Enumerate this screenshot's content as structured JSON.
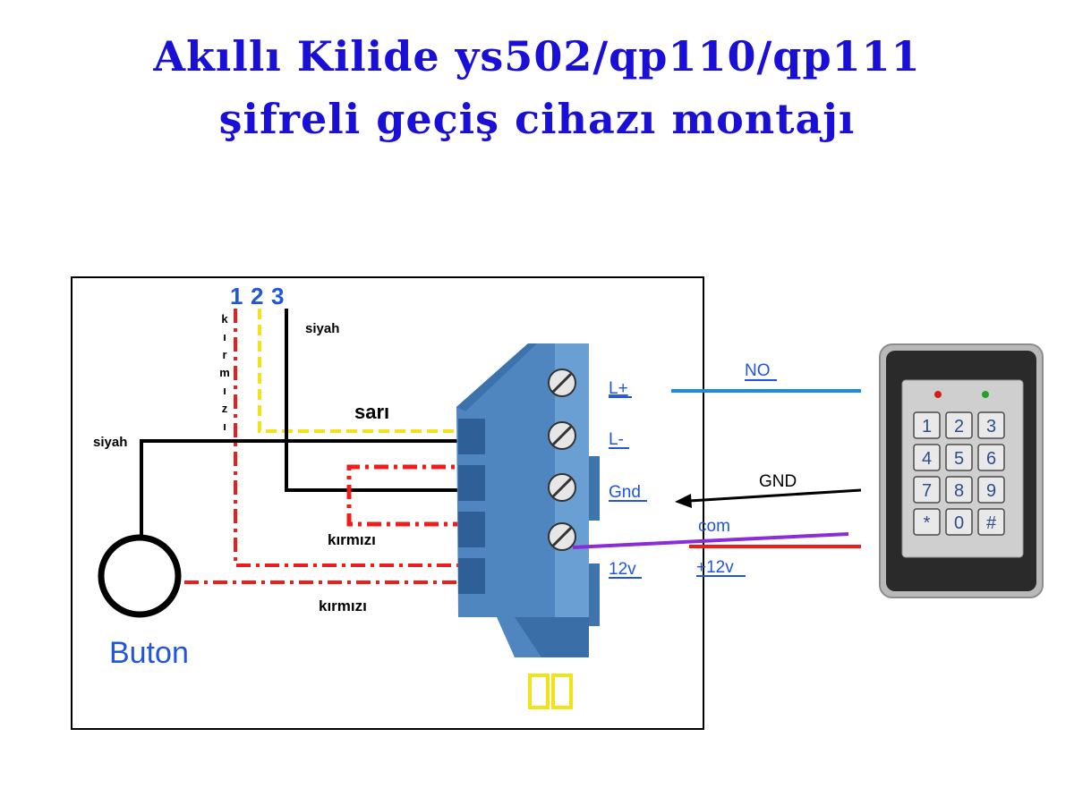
{
  "title": {
    "line1": "Akıllı Kilide ys502/qp110/qp111",
    "line2": "şifreli geçiş cihazı montajı"
  },
  "lock": {
    "wire_numbers": [
      "1",
      "2",
      "3"
    ],
    "vertical_label_letters": [
      "k",
      "ı",
      "r",
      "m",
      "ı",
      "z",
      "ı"
    ],
    "label_siyah_top": "siyah",
    "label_sari": "sarı",
    "label_siyah_left": "siyah",
    "label_kirmizi_upper": "kırmızı",
    "label_kirmizi_lower": "kırmızı",
    "button_label": "Buton"
  },
  "terminals": {
    "l_plus": "L+",
    "l_minus": "L-",
    "gnd": "Gnd",
    "v12": "12v"
  },
  "connections": {
    "no": "NO",
    "gnd": "GND",
    "com": "com",
    "plus12v": "+12v"
  },
  "keypad": {
    "keys": [
      "1",
      "2",
      "3",
      "4",
      "5",
      "6",
      "7",
      "8",
      "9",
      "*",
      "0",
      "#"
    ]
  },
  "colors": {
    "title": "#1a0fd6",
    "blue_label": "#2155e0",
    "wire_black": "#000000",
    "wire_yellow": "#f2e21a",
    "wire_red": "#ee1c1c",
    "wire_blue": "#1d8ae6",
    "wire_purple": "#8b2cd6",
    "connector": "#5b8fc7"
  }
}
